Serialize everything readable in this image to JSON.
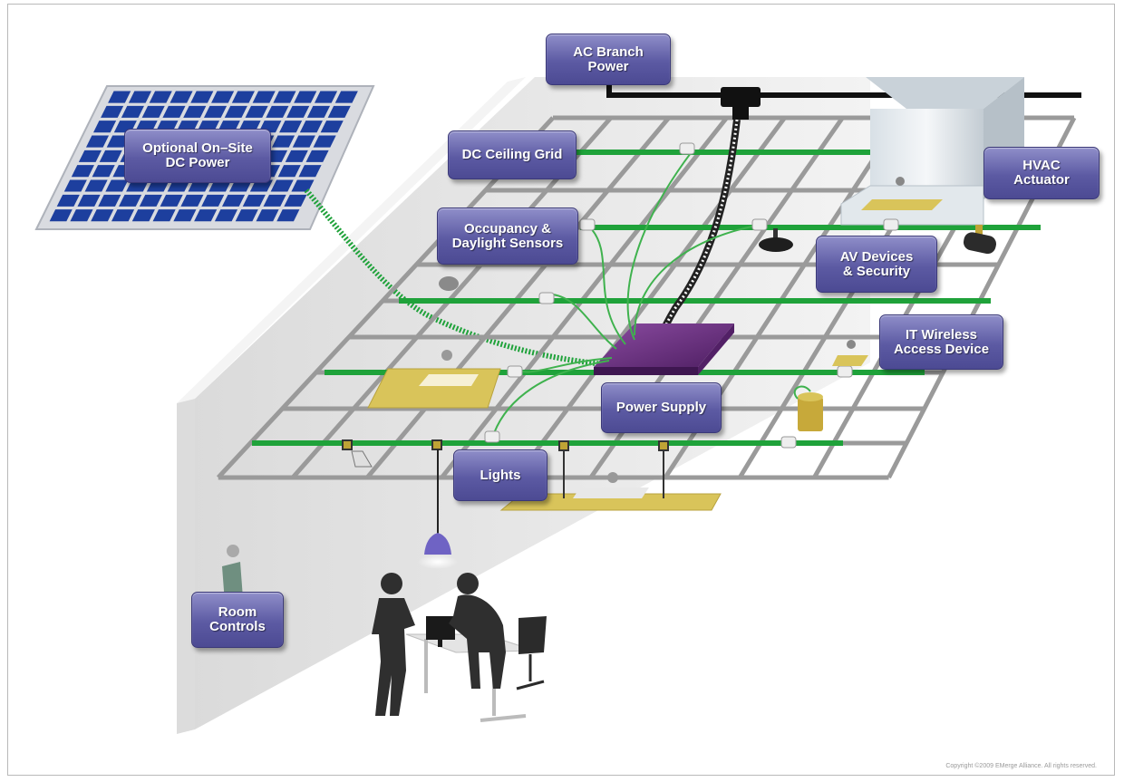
{
  "labels": {
    "ac_branch_power": "AC Branch\nPower",
    "optional_dc_power": "Optional On–Site\nDC Power",
    "dc_ceiling_grid": "DC Ceiling Grid",
    "hvac_actuator": "HVAC\nActuator",
    "occupancy_sensors": "Occupancy &\nDaylight Sensors",
    "av_devices": "AV Devices\n& Security",
    "it_wireless": "IT Wireless\nAccess Device",
    "power_supply": "Power Supply",
    "lights": "Lights",
    "room_controls": "Room\nControls"
  },
  "copyright": "Copyright ©2009 EMerge Alliance. All rights reserved.",
  "colors": {
    "callout_fill": "#5c5aa3",
    "grid_frame": "#9a9a9a",
    "dc_rail": "#1fa23a",
    "ac_cable": "#111111",
    "solar_panel": "#1d3f9e",
    "power_supply": "#6a2f7e",
    "tile": "#d9c45a",
    "wall": "#e6e6e6"
  },
  "icons": [
    "solar-panel-icon",
    "power-supply-icon",
    "ceiling-grid-icon",
    "hvac-duct-icon",
    "speaker-icon",
    "camera-icon",
    "pendant-lamp-icon",
    "people-silhouette-icon",
    "desk-icon",
    "chair-icon",
    "wall-switch-icon"
  ]
}
